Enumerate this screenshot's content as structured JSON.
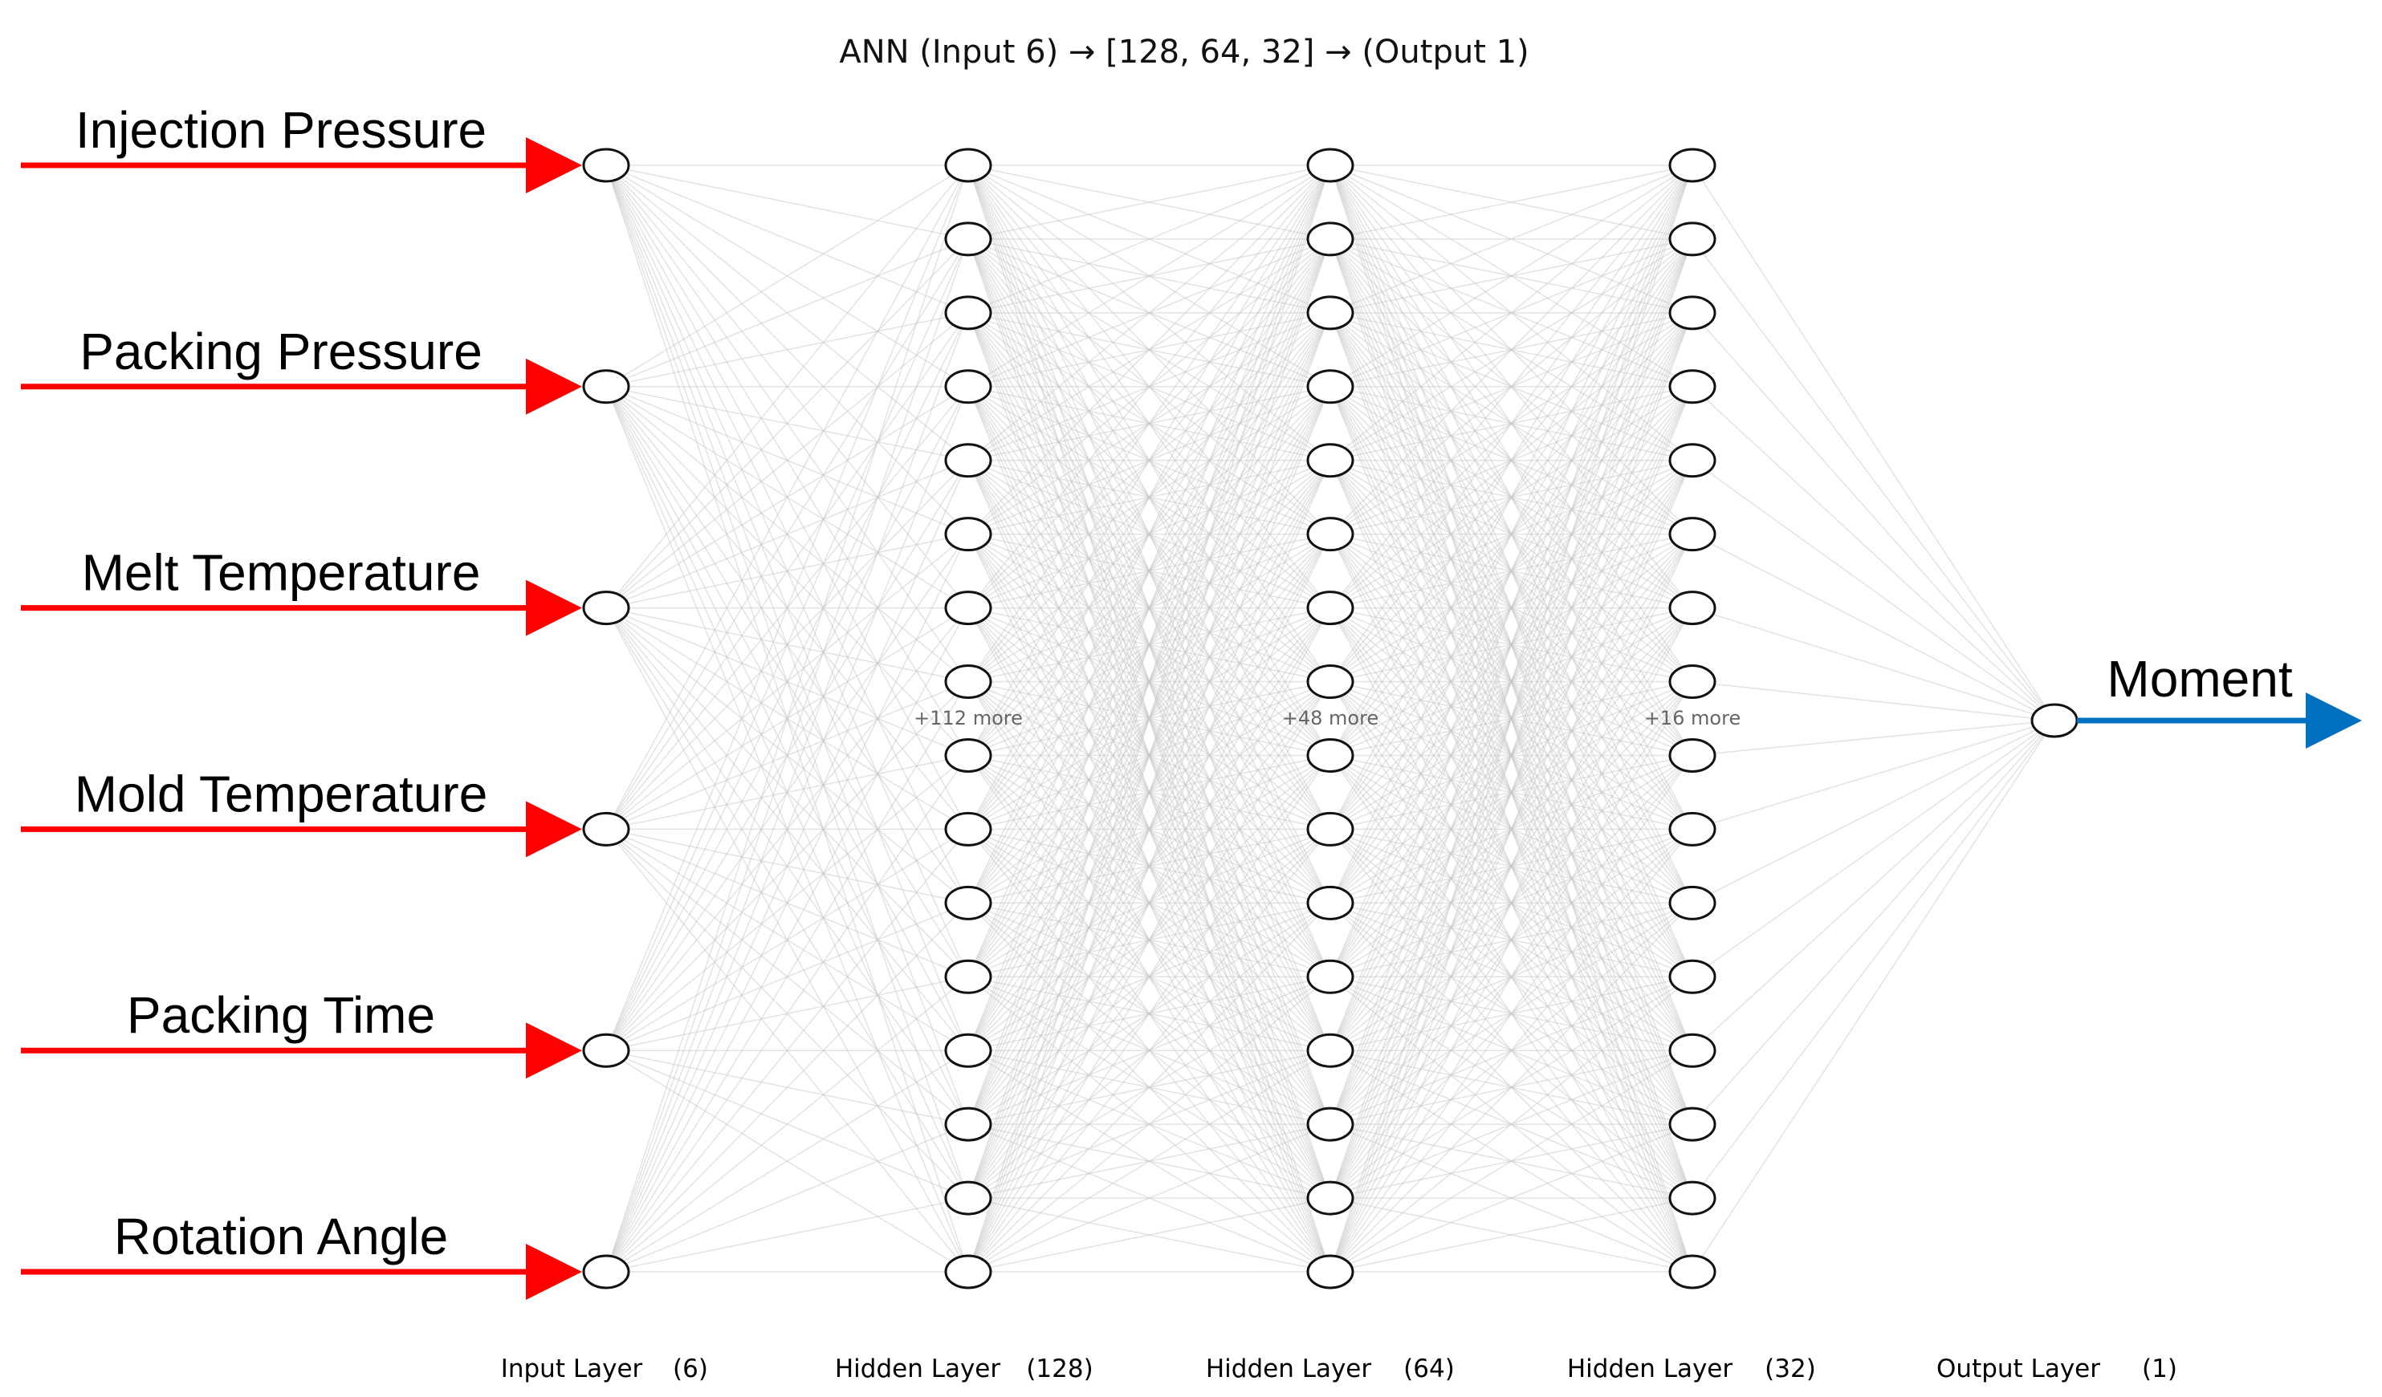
{
  "title": "ANN (Input 6) → [128, 64, 32] → (Output 1)",
  "inputs": [
    "Injection Pressure",
    "Packing Pressure",
    "Melt Temperature",
    "Mold Temperature",
    "Packing Time",
    "Rotation Angle"
  ],
  "output": "Moment",
  "layers": [
    {
      "name": "Input Layer",
      "count": "(6)",
      "shown": 6,
      "more": ""
    },
    {
      "name": "Hidden Layer",
      "count": "(128)",
      "shown": 16,
      "more": "+112 more"
    },
    {
      "name": "Hidden Layer",
      "count": "(64)",
      "shown": 16,
      "more": "+48 more"
    },
    {
      "name": "Hidden Layer",
      "count": "(32)",
      "shown": 16,
      "more": "+16 more"
    },
    {
      "name": "Output Layer",
      "count": "(1)",
      "shown": 1,
      "more": ""
    }
  ],
  "colors": {
    "input_arrow": "#ff0000",
    "output_arrow": "#0070c0",
    "connection": "#c8c8c8",
    "neuron_stroke": "#111111"
  }
}
